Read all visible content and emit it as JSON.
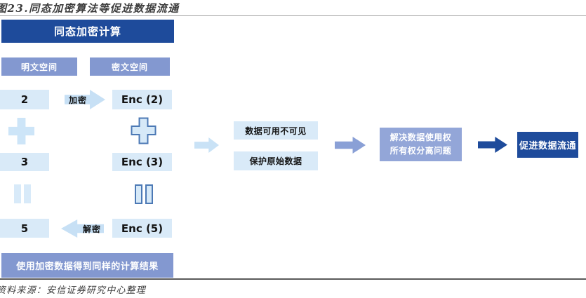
{
  "figure": {
    "title": "图23.同态加密算法等促进数据流通",
    "source": "资料来源：安信证券研究中心整理"
  },
  "colors": {
    "dark_blue": "#1E4B9B",
    "medium_blue": "#8398D0",
    "periwinkle_blue": "#93A6D8",
    "light_blue_box": "#D9EAF8",
    "light_blue_arrow": "#C9E2F6",
    "outline_blue": "#4C79B5"
  },
  "diagram": {
    "header": "同态加密计算",
    "plaintext_space": "明文空间",
    "ciphertext_space": "密文空间",
    "encrypt_label": "加密",
    "decrypt_label": "解密",
    "values": {
      "plain_a": "2",
      "plain_b": "3",
      "plain_result": "5",
      "enc_a": "Enc (2)",
      "enc_b": "Enc (3)",
      "enc_result": "Enc (5)"
    },
    "result_note": "使用加密数据得到同样的计算结果",
    "icons": {
      "plus": "plus-icon",
      "equals": "equals-icon",
      "arrow": "arrow-icon"
    }
  },
  "benefits": {
    "item1": "数据可用不可见",
    "item2": "保护原始数据"
  },
  "solution": {
    "line1": "解决数据使用权",
    "line2": "所有权分离问题"
  },
  "outcome": "促进数据流通"
}
